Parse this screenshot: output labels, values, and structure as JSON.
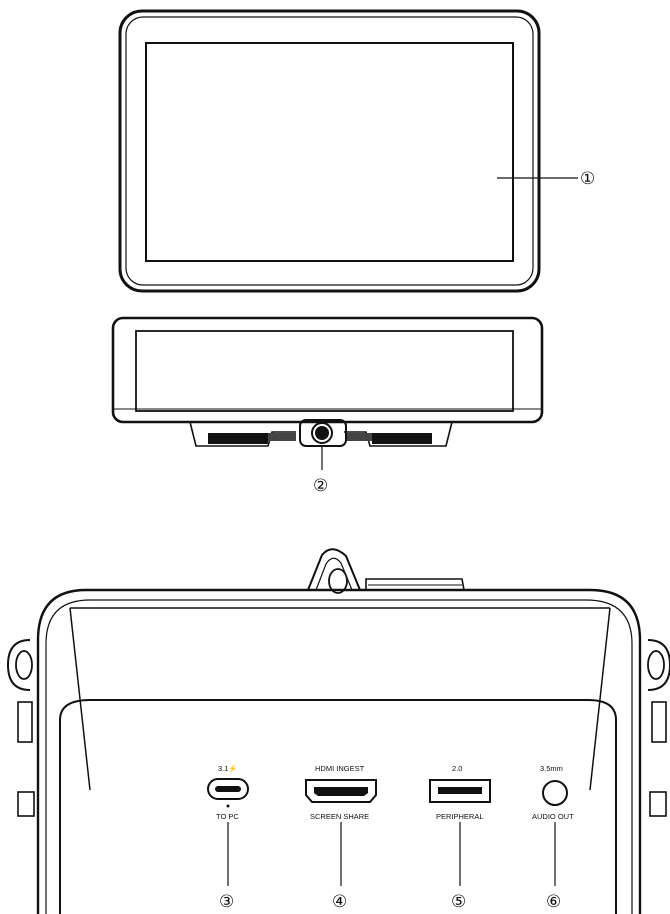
{
  "callouts": {
    "c1": "①",
    "c2": "②",
    "c3": "③",
    "c4": "④",
    "c5": "⑤",
    "c6": "⑥"
  },
  "ports": {
    "usbc": {
      "top": "3.1⚡",
      "bottom": "TO PC"
    },
    "hdmi": {
      "top": "HDMI INGEST",
      "bottom": "SCREEN SHARE"
    },
    "usba": {
      "top": "2.0",
      "bottom": "PERIPHERAL"
    },
    "audio": {
      "top": "3.5mm",
      "bottom": "AUDIO OUT"
    }
  },
  "colors": {
    "line": "#111111",
    "screen_fill": "#ffffff"
  }
}
